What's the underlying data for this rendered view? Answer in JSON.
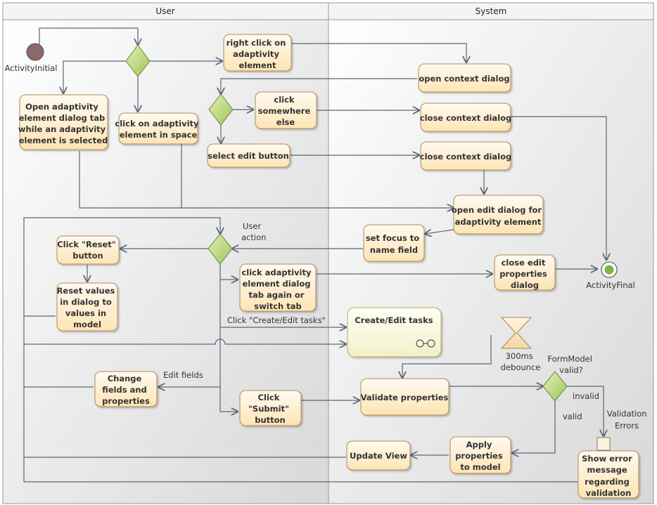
{
  "lanes": {
    "user": "User",
    "system": "System"
  },
  "initial_label": "ActivityInitial",
  "final_label": "ActivityFinal",
  "activities": {
    "right_click": [
      "right click on",
      "adaptivity",
      "element"
    ],
    "open_context": [
      "open context dialog"
    ],
    "open_tab": [
      "Open adaptivity",
      "element dialog tab",
      "while an adaptivity",
      "element is selected"
    ],
    "click_space": [
      "click on adaptivity",
      "element in space"
    ],
    "click_else": [
      "click",
      "somewhere",
      "else"
    ],
    "close_ctx_1": [
      "close context dialog"
    ],
    "select_edit": [
      "select edit button"
    ],
    "close_ctx_2": [
      "close context dialog"
    ],
    "open_edit": [
      "open edit dialog for",
      "adaptivity element"
    ],
    "set_focus": [
      "set focus to",
      "name field"
    ],
    "click_reset": [
      "Click \"Reset\"",
      "button"
    ],
    "reset_values": [
      "Reset values",
      "in dialog to",
      "values in",
      "model"
    ],
    "click_tab_again": [
      "click adaptivity",
      "element dialog",
      "tab again or",
      "switch tab"
    ],
    "close_edit": [
      "close edit",
      "properties",
      "dialog"
    ],
    "create_edit": [
      "Create/Edit tasks"
    ],
    "change_fields": [
      "Change",
      "fields and",
      "properties"
    ],
    "validate": [
      "Validate properties"
    ],
    "click_submit": [
      "Click",
      "\"Submit\"",
      "button"
    ],
    "apply_props": [
      "Apply",
      "properties",
      "to model"
    ],
    "update_view": [
      "Update View"
    ],
    "show_error": [
      "Show error",
      "message",
      "regarding",
      "validation"
    ]
  },
  "labels": {
    "user_action": [
      "User",
      "action"
    ],
    "click_create": "Click \"Create/Edit tasks\"",
    "edit_fields": "Edit fields",
    "debounce": [
      "300ms",
      "debounce"
    ],
    "formmodel": [
      "FormModel",
      "valid?"
    ],
    "invalid": "invalid",
    "valid": "valid",
    "validation_errors": [
      "Validation",
      "Errors"
    ]
  }
}
